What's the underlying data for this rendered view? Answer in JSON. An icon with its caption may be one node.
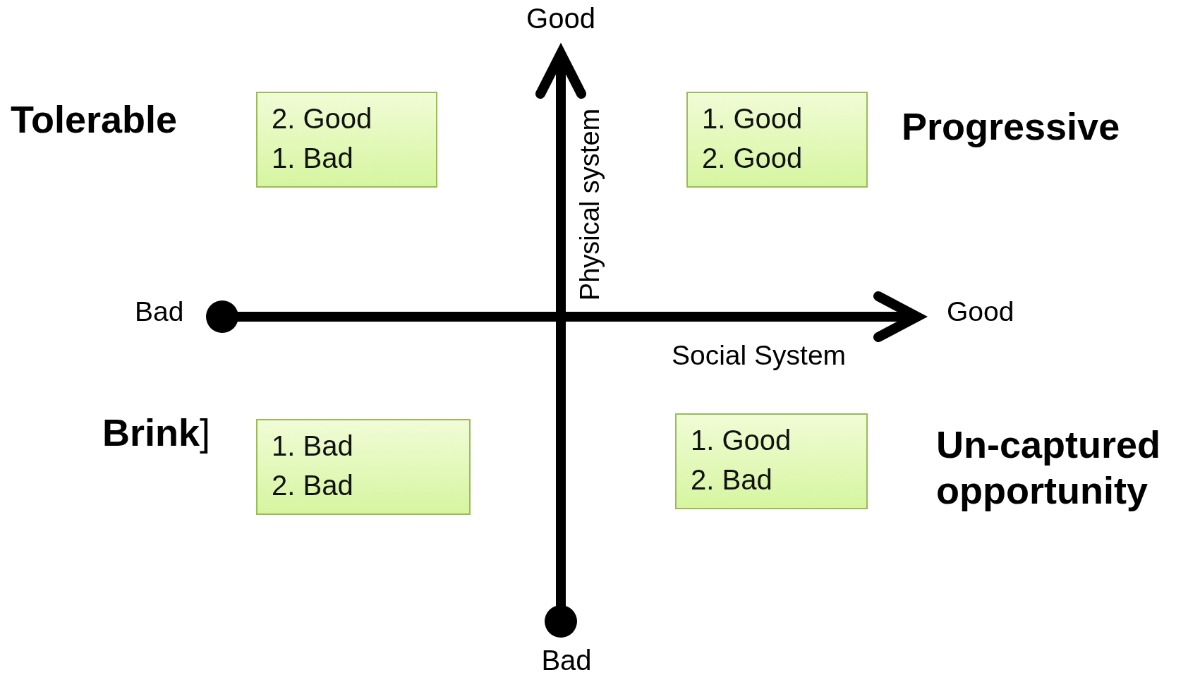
{
  "diagram": {
    "nodes": [
      {
        "text": [
          "2. Good",
          "1. Bad"
        ]
      },
      {
        "text": [
          "1. Good",
          "2. Good"
        ]
      },
      {
        "text": [
          "1. Bad",
          "2. Bad"
        ]
      },
      {
        "text": [
          "1. Good",
          "2. Bad"
        ]
      }
    ],
    "edges": [],
    "labels": [
      "Good",
      "Tolerable",
      "Physical system",
      "Progressive",
      "Bad",
      "Good",
      "Social System",
      "**Brink**]",
      "Un-captured opportunity",
      "Bad"
    ]
  }
}
